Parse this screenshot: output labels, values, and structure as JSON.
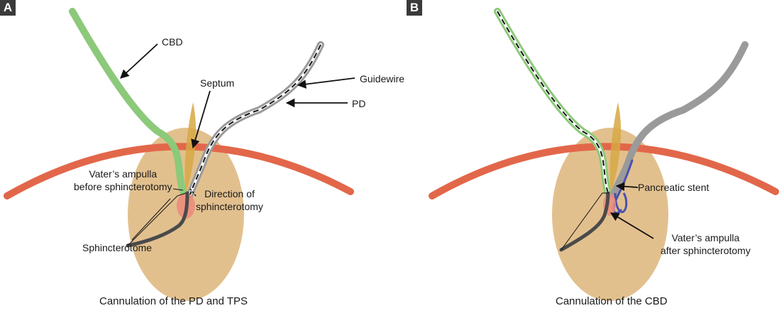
{
  "panel_a": {
    "badge": "A",
    "labels": {
      "cbd": "CBD",
      "septum": "Septum",
      "guidewire": "Guidewire",
      "pd": "PD",
      "ampulla_line1": "Vater’s ampulla",
      "ampulla_line2": "before sphincterotomy",
      "direction_line1": "Direction of",
      "direction_line2": "sphincterotomy",
      "sphincterotome": "Sphincterotome"
    },
    "caption": "Cannulation of the PD and TPS"
  },
  "panel_b": {
    "badge": "B",
    "labels": {
      "stent": "Pancreatic stent",
      "ampulla_line1": "Vater’s ampulla",
      "ampulla_line2": "after sphincterotomy"
    },
    "caption": "Cannulation of the CBD"
  },
  "colors": {
    "duodenal_wall": "#e2674a",
    "pancreas_head": "#e2c08e",
    "cbd": "#8cc97a",
    "pd": "#9a9a9a",
    "septum": "#d7a844",
    "sphincterotome": "#4a4a4a",
    "stent": "#4a50b0",
    "ampulla": "#ec8c7c"
  }
}
